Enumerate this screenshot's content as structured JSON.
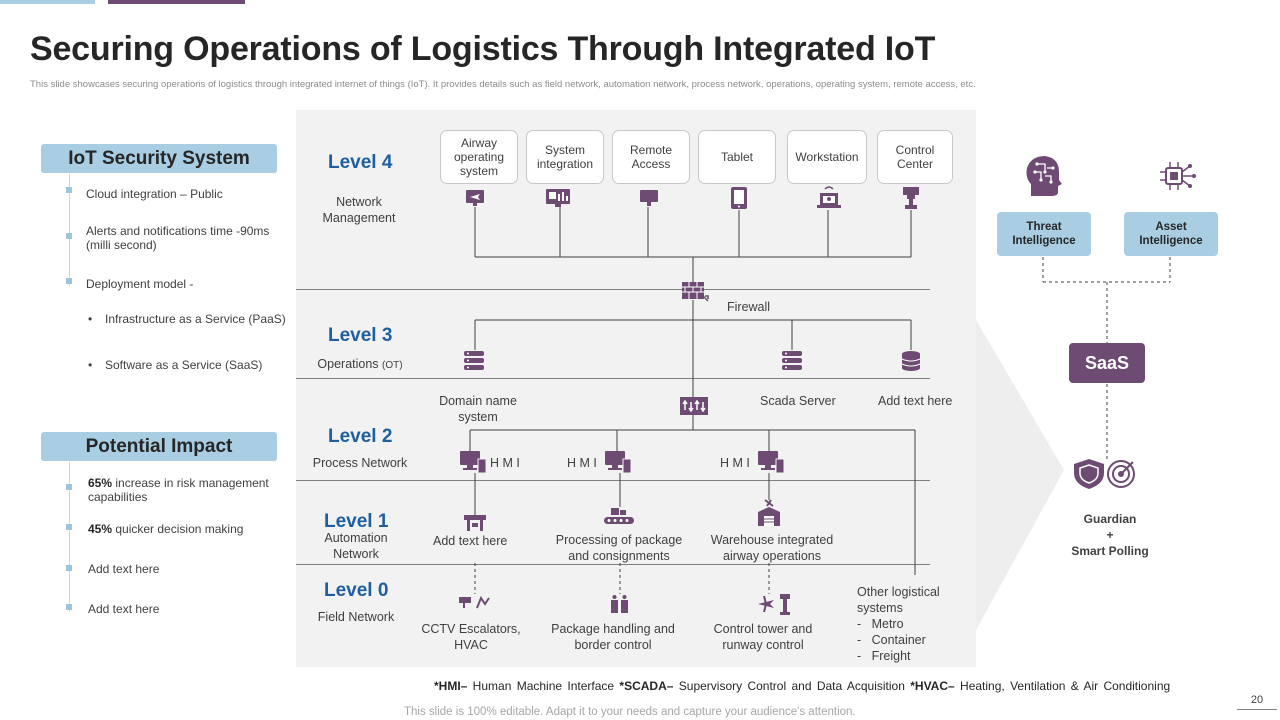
{
  "title": "Securing Operations of Logistics Through Integrated IoT",
  "subtitle": "This slide showcases securing operations of logistics through integrated internet of things (IoT). It provides details such as field network, automation network, process network, operations, operating system, remote access, etc.",
  "sidebar": {
    "security_header": "IoT Security System",
    "security_items": [
      "Cloud integration – Public",
      "Alerts and notifications time -90ms (milli second)",
      "Deployment model -"
    ],
    "deployment_bullets": [
      "Infrastructure as a Service (PaaS)",
      "Software as a Service (SaaS)"
    ],
    "impact_header": "Potential Impact",
    "impact_items": [
      {
        "bold": "65%",
        "text": " increase in risk management capabilities"
      },
      {
        "bold": "45%",
        "text": " quicker decision making"
      },
      {
        "bold": "",
        "text": "Add text here"
      },
      {
        "bold": "",
        "text": "Add text here"
      }
    ]
  },
  "levels": [
    {
      "label": "Level 4",
      "sub": "Network Management"
    },
    {
      "label": "Level 3",
      "sub": "Operations",
      "sub_small": "(OT)"
    },
    {
      "label": "Level 2",
      "sub": "Process Network"
    },
    {
      "label": "Level 1",
      "sub": "Automation Network"
    },
    {
      "label": "Level 0",
      "sub": "Field Network"
    }
  ],
  "devices": [
    "Airway operating system",
    "System integration",
    "Remote Access",
    "Tablet",
    "Workstation",
    "Control Center"
  ],
  "firewall": "Firewall",
  "level3_nodes": [
    "Domain name system",
    "Scada Server",
    "Add text here"
  ],
  "hmi_label": "H M I",
  "level1_nodes": [
    "Add text here",
    "Processing of package and consignments",
    "Warehouse integrated airway operations"
  ],
  "level0_nodes": [
    "CCTV Escalators, HVAC",
    "Package handling and border control",
    "Control tower and runway control"
  ],
  "other_systems": {
    "title": "Other logistical systems",
    "items": [
      "Metro",
      "Container",
      "Freight"
    ]
  },
  "right": {
    "threat": "Threat Intelligence",
    "asset": "Asset Intelligence",
    "saas": "SaaS",
    "guardian_line1": "Guardian",
    "guardian_line2": "+",
    "guardian_line3": "Smart Polling"
  },
  "footnote": {
    "hmi_key": "*HMI–",
    "hmi_val": " Human Machine Interface ",
    "scada_key": "*SCADA–",
    "scada_val": " Supervisory Control and Data Acquisition ",
    "hvac_key": "*HVAC–",
    "hvac_val": " Heating, Ventilation & Air Conditioning"
  },
  "disclaimer": "This slide is 100% editable. Adapt it to your needs and capture your audience's attention.",
  "page_number": "20",
  "colors": {
    "accent_blue": "#a9cde3",
    "accent_purple": "#6e4b73",
    "level_blue": "#1f5fa0"
  }
}
